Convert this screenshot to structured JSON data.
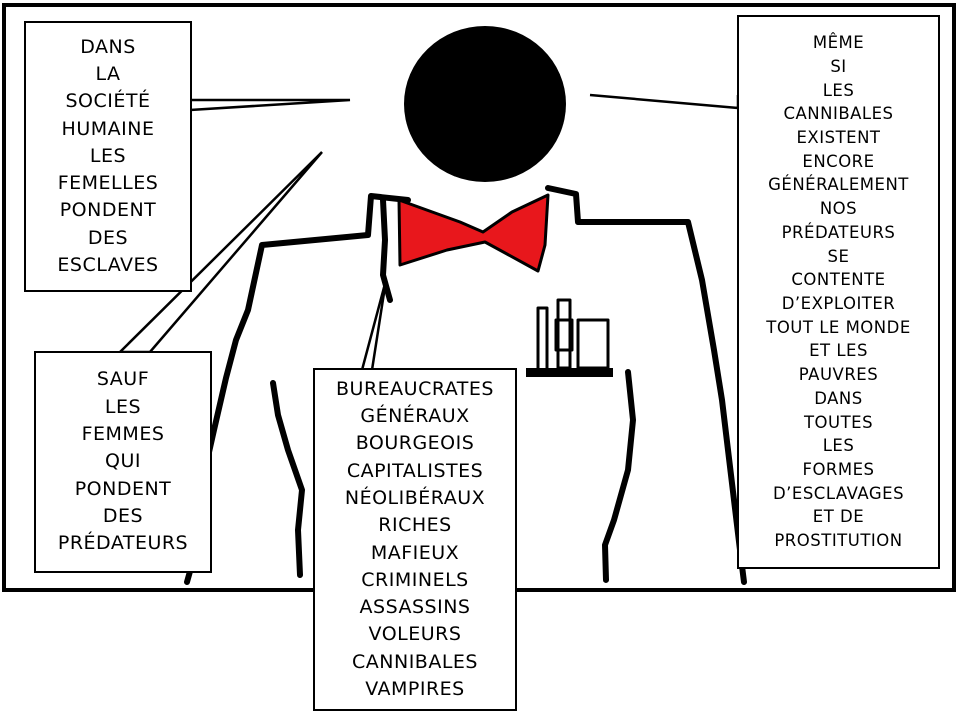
{
  "panels": {
    "top_left": {
      "lines": [
        "DANS",
        "LA",
        "SOCIÉTÉ",
        "HUMAINE",
        "LES",
        "FEMELLES",
        "PONDENT",
        "DES",
        "ESCLAVES"
      ]
    },
    "middle_left": {
      "lines": [
        "SAUF",
        "LES",
        "FEMMES",
        "QUI",
        "PONDENT",
        "DES",
        "PRÉDATEURS"
      ]
    },
    "center": {
      "lines": [
        "BUREAUCRATES",
        "GÉNÉRAUX",
        "BOURGEOIS",
        "CAPITALISTES",
        "NÉOLIBÉRAUX",
        "RICHES",
        "MAFIEUX",
        "CRIMINELS",
        "ASSASSINS",
        "VOLEURS",
        "CANNIBALES",
        "VAMPIRES"
      ]
    },
    "right": {
      "lines": [
        "MÊME",
        "SI",
        "LES",
        "CANNIBALES",
        "EXISTENT",
        "ENCORE",
        "GÉNÉRALEMENT",
        "NOS",
        "PRÉDATEURS",
        "SE",
        "CONTENTE",
        "D’EXPLOITER",
        "TOUT LE MONDE",
        "ET LES",
        "PAUVRES",
        "DANS",
        "TOUTES",
        "LES",
        "FORMES",
        "D’ESCLAVAGES",
        "ET DE",
        "PROSTITUTION"
      ]
    }
  },
  "colors": {
    "ink": "#000000",
    "bow_tie": "#e8171c",
    "background": "#ffffff"
  }
}
